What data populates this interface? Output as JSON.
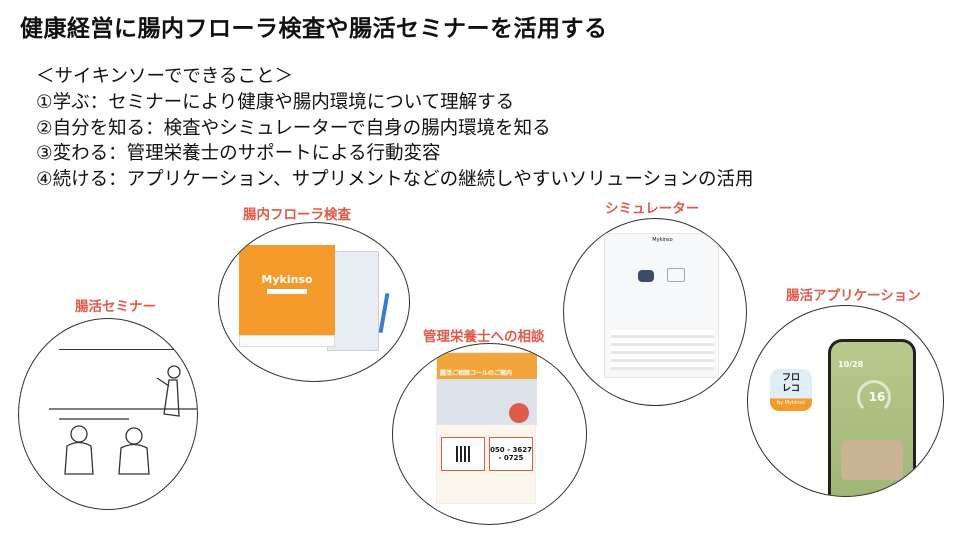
{
  "title": "健康経営に腸内フローラ検査や腸活セミナーを活用する",
  "list": [
    "＜サイキンソーでできること＞",
    "①学ぶ：セミナーにより健康や腸内環境について理解する",
    "②自分を知る：検査やシミュレーターで自身の腸内環境を知る",
    "③変わる：管理栄養士のサポートによる行動変容",
    "④続ける：アプリケーション、サプリメントなどの継続しやすいソリューションの活用"
  ],
  "items": {
    "seminar": {
      "label": "腸活セミナー"
    },
    "flora": {
      "label": "腸内フローラ検査",
      "brand": "Mykinso"
    },
    "consult": {
      "label": "管理栄養士への相談",
      "heading": "腸活ご相談コールのご案内",
      "phone": "050 - 3627 - 0725"
    },
    "simulator": {
      "label": "シミュレーター",
      "brand": "Mykinso"
    },
    "app": {
      "label": "腸活アプリケーション",
      "icon_text": "フロ\nレコ",
      "icon_brand": "by Mykinso",
      "date": "10/28",
      "score": "16"
    }
  },
  "colors": {
    "label": "#e05a4a",
    "orange": "#f39a2b",
    "app_green": "#a9bd7c"
  }
}
